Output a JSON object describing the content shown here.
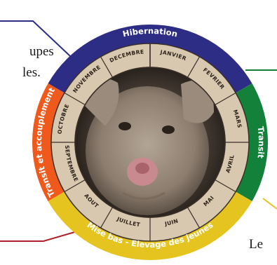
{
  "colors": {
    "hibernation": "#2d2d86",
    "transit_right": "#14813a",
    "mise_bas": "#e6c41f",
    "transit_left": "#ef5a1c",
    "month_ring": "#d8c8b0",
    "month_ring_border": "#3a2f26",
    "connector_blue": "#2d2d86",
    "connector_green": "#14813a",
    "connector_yellow": "#e6c41f",
    "connector_red": "#b0202a"
  },
  "left_text": {
    "line1": "upes",
    "line2": "les."
  },
  "right_text": {
    "line1": "Le"
  },
  "seasons": {
    "hibernation": "Hibernation",
    "transit_right": "Transit",
    "mise_bas": "Mise bas - Elevage des jeunes",
    "transit_left": "Transit et accouplement"
  },
  "months": [
    "JANVIER",
    "FEVRIER",
    "MARS",
    "AVRIL",
    "MAI",
    "JUIN",
    "JUILLET",
    "AOUT",
    "SEPTEMBRE",
    "OCTOBRE",
    "NOVEMBRE",
    "DECEMBRE"
  ],
  "photo": {
    "subject": "horseshoe-bat-photo"
  }
}
